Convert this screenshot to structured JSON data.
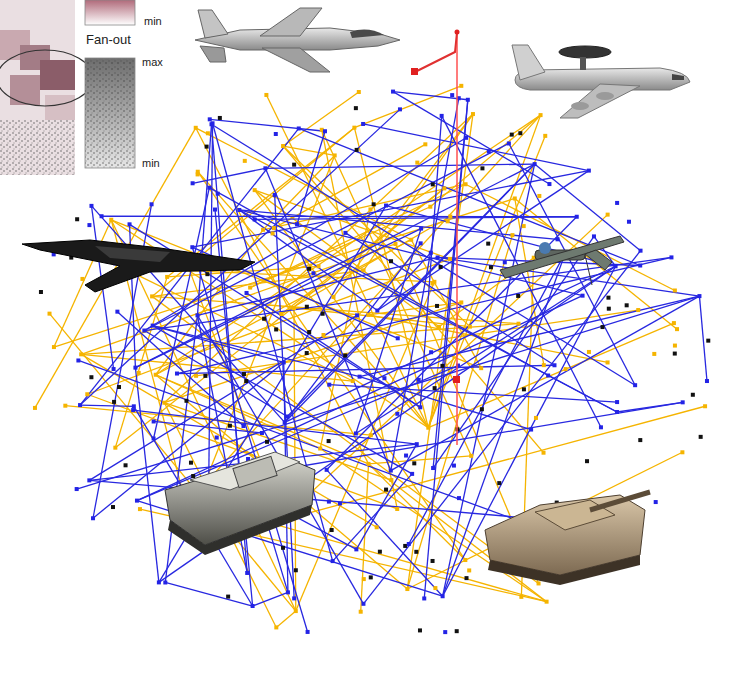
{
  "diagram": {
    "labels": [
      "min",
      "Fan-out",
      "max",
      "min"
    ]
  }
}
